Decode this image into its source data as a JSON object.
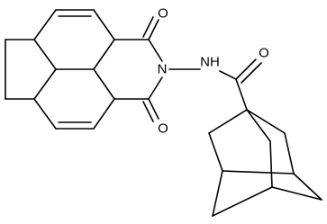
{
  "atom_labels": {
    "oxygen_top": "O",
    "nitrogen_imide": "N",
    "amide_nh": "NH",
    "oxygen_amide": "O",
    "oxygen_bottom": "O"
  }
}
